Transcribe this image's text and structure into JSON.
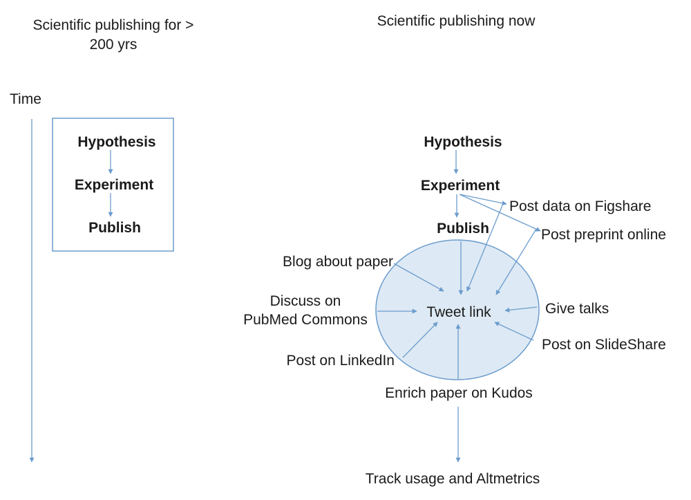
{
  "left": {
    "heading_line1": "Scientific publishing for >",
    "heading_line2": "200 yrs",
    "time_label": "Time",
    "steps": [
      "Hypothesis",
      "Experiment",
      "Publish"
    ]
  },
  "right": {
    "heading": "Scientific publishing now",
    "steps": [
      "Hypothesis",
      "Experiment",
      "Publish"
    ],
    "center": "Tweet link",
    "outputs": {
      "figshare": "Post data on Figshare",
      "preprint": "Post preprint online",
      "blog": "Blog about paper",
      "discuss_line1": "Discuss on",
      "discuss_line2": "PubMed Commons",
      "talks": "Give talks",
      "slideshare": "Post on SlideShare",
      "linkedin": "Post on LinkedIn",
      "kudos": "Enrich paper on Kudos"
    },
    "final": "Track usage and Altmetrics"
  },
  "colors": {
    "arrow": "#6b9ccd",
    "ellipse_fill": "#dde9f4",
    "text": "#1a1a1a"
  }
}
